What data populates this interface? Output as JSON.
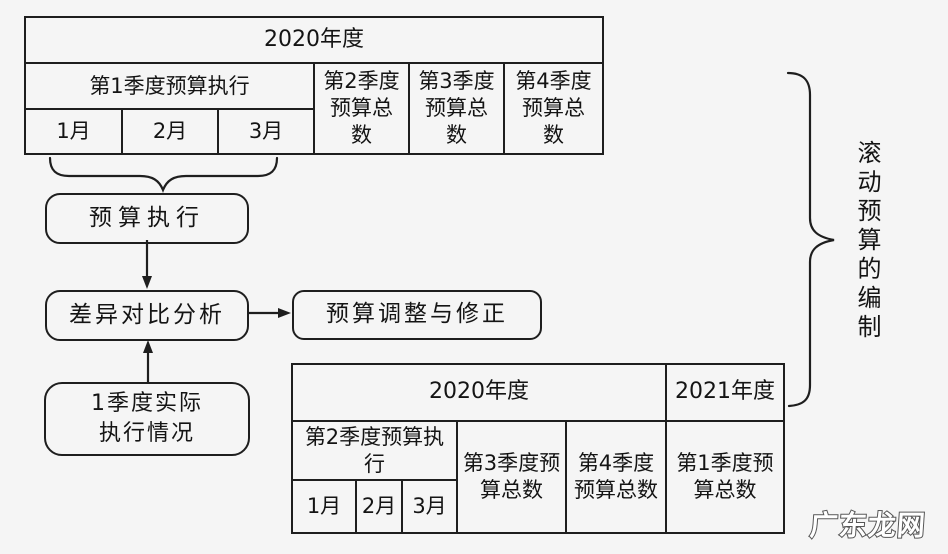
{
  "page": {
    "background": "#f5f5f5",
    "line_color": "#1e1e1e"
  },
  "top_table": {
    "year": "2020年度",
    "q1_exec_header": "第1季度预算执行",
    "months": [
      "1月",
      "2月",
      "3月"
    ],
    "q2_total": "第2季度\n预算总\n数",
    "q3_total": "第3季度\n预算总\n数",
    "q4_total": "第4季度\n预算总\n数"
  },
  "flowchart": {
    "budget_execution": "预算执行",
    "variance_analysis": "差异对比分析",
    "adjustment": "预算调整与修正",
    "q1_actual": "1季度实际\n执行情况"
  },
  "bottom_table": {
    "year_2020": "2020年度",
    "year_2021": "2021年度",
    "q2_exec_header": "第2季度预算执\n行",
    "months": [
      "1月",
      "2月",
      "3月"
    ],
    "q3_total": "第3季度预\n算总数",
    "q4_total": "第4季度\n预算总数",
    "q1_total": "第1季度预\n算总数"
  },
  "annotation": {
    "label": "滚动预算的编制"
  },
  "watermark": {
    "text": "广东龙网"
  }
}
